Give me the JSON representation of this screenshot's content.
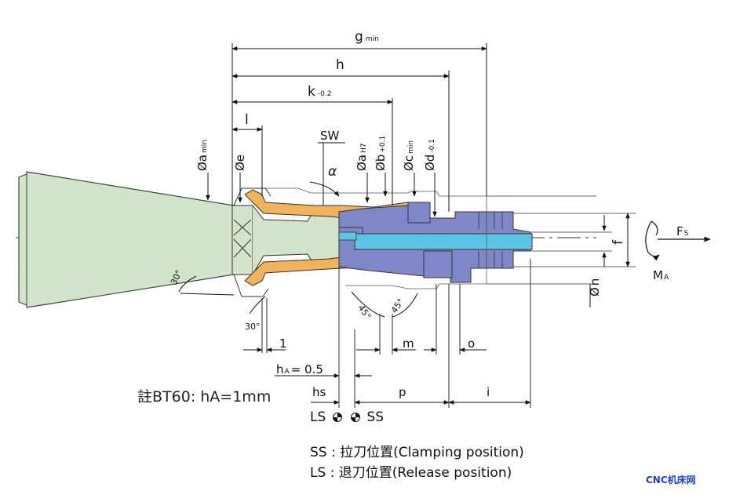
{
  "dimensions": {
    "g": "g",
    "g_sub": "min",
    "h": "h",
    "k": "k",
    "k_sub": "-0.2",
    "l": "l",
    "sw": "SW",
    "alpha": "α",
    "a_min": "a",
    "a_min_sub": "min",
    "e": "e",
    "a_h7": "a",
    "a_h7_sub": "H7",
    "b": "b",
    "b_sub": "+0.1",
    "c_min": "c",
    "c_min_sub": "min",
    "d": "d",
    "d_sub": "-0.1",
    "f": "f",
    "n": "n",
    "fs": "F",
    "fs_sub": "S",
    "ma": "M",
    "ma_sub": "A",
    "angle30a": "30°",
    "angle30b": "30°",
    "angle45a": "45°",
    "angle45b": "45°",
    "one": "1",
    "m": "m",
    "o": "o",
    "ha": "h",
    "ha_sub": "A",
    "ha_val": "= 0.5",
    "hs": "hs",
    "p": "p",
    "i": "i",
    "diameter": "Ø"
  },
  "positions": {
    "ls": "LS",
    "ss": "SS"
  },
  "note": "註BT60: hA=1mm",
  "legend": {
    "ss_line": "SS : 拉刀位置(Clamping position)",
    "ls_line": "LS : 退刀位置(Release position)"
  },
  "watermark": "CNC机床网",
  "colors": {
    "shank": "#d3e3cc",
    "collet": "#f0b25a",
    "bolt": "#8087c8",
    "rod": "#5cc4e4",
    "line": "#111111"
  }
}
